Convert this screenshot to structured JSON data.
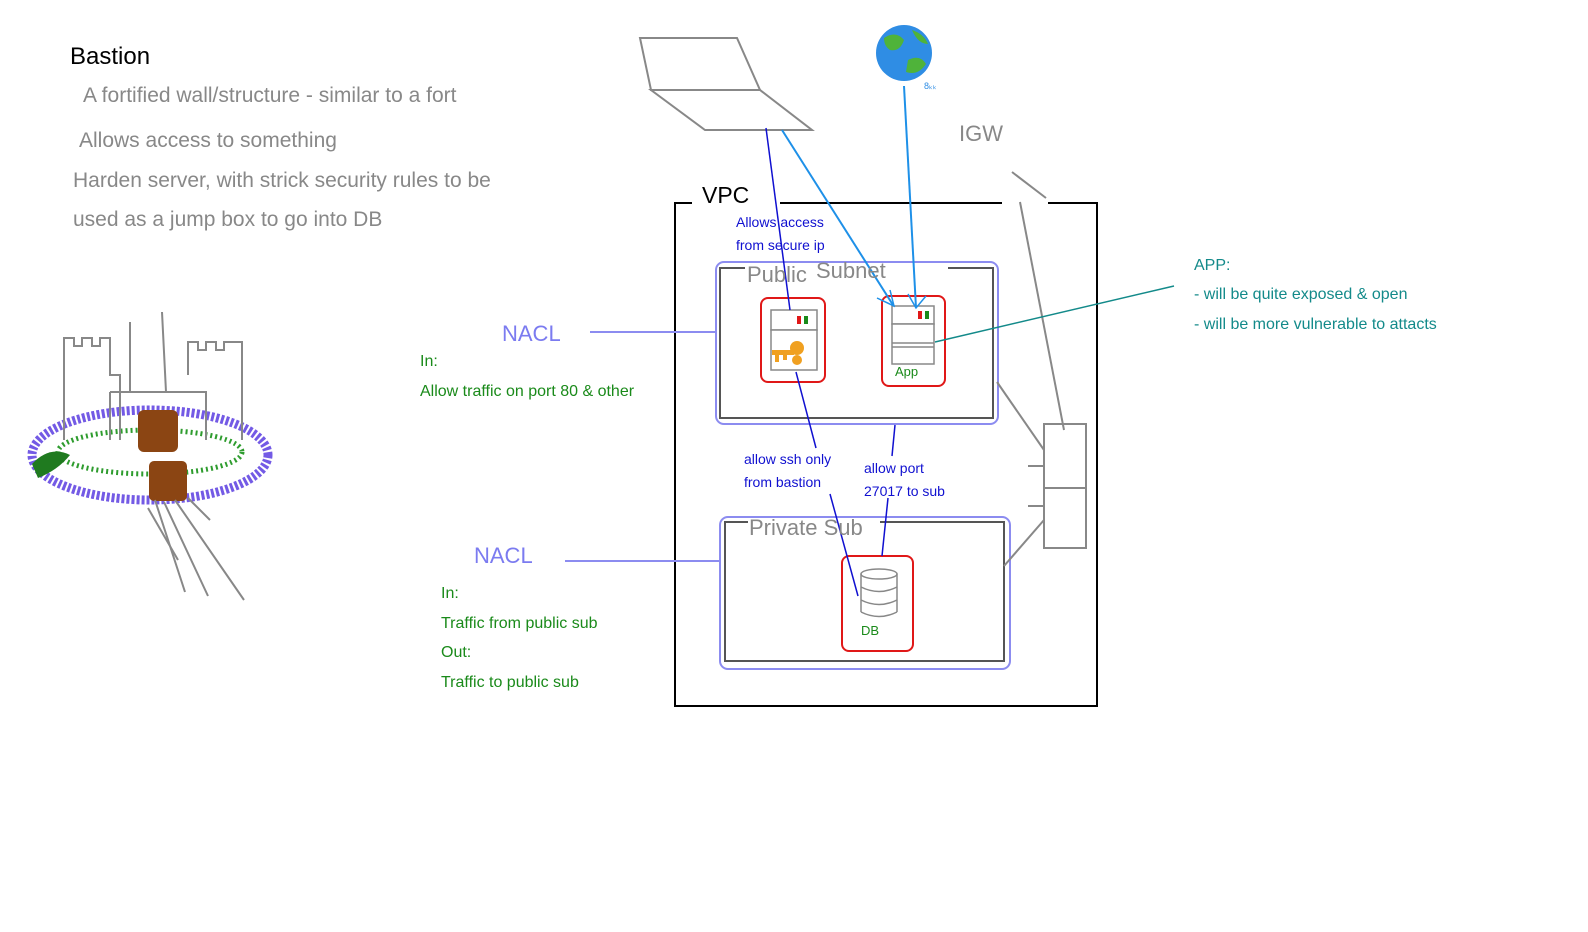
{
  "bastion": {
    "title": "Bastion",
    "line1": "A fortified wall/structure - similar to a fort",
    "line2": "Allows access to something",
    "line3": "Harden server, with strick security rules to be",
    "line4": "used as a jump box to go into DB"
  },
  "nacl_public": {
    "label": "NACL",
    "in_label": "In:",
    "rule": "Allow traffic on port 80 & other"
  },
  "nacl_private": {
    "label": "NACL",
    "in_label": "In:",
    "in_rule": "Traffic from public sub",
    "out_label": "Out:",
    "out_rule": "Traffic to public sub"
  },
  "vpc": {
    "label": "VPC",
    "allows_access_1": "Allows access",
    "allows_access_2": "from secure ip",
    "public_label_1": "Public",
    "public_label_2": "Subnet",
    "private_label": "Private Sub",
    "app_label": "App",
    "db_label": "DB",
    "ssh_1": "allow ssh only",
    "ssh_2": "from bastion",
    "port_1": "allow port",
    "port_2": "27017 to sub"
  },
  "igw": {
    "label": "IGW"
  },
  "app_note": {
    "title": "APP:",
    "line1": "- will be quite exposed & open",
    "line2": "- will be more vulnerable to attacts"
  },
  "icons": [
    "castle-icon",
    "laptop-icon",
    "globe-icon",
    "server-icon",
    "key-icon",
    "database-icon",
    "router-icon"
  ],
  "colors": {
    "subnet_border": "#8c8cf0",
    "resource_border": "#e01818",
    "arrow_blue": "#1e90e8",
    "teal": "#138a8a",
    "green_text": "#1a8a1a"
  }
}
